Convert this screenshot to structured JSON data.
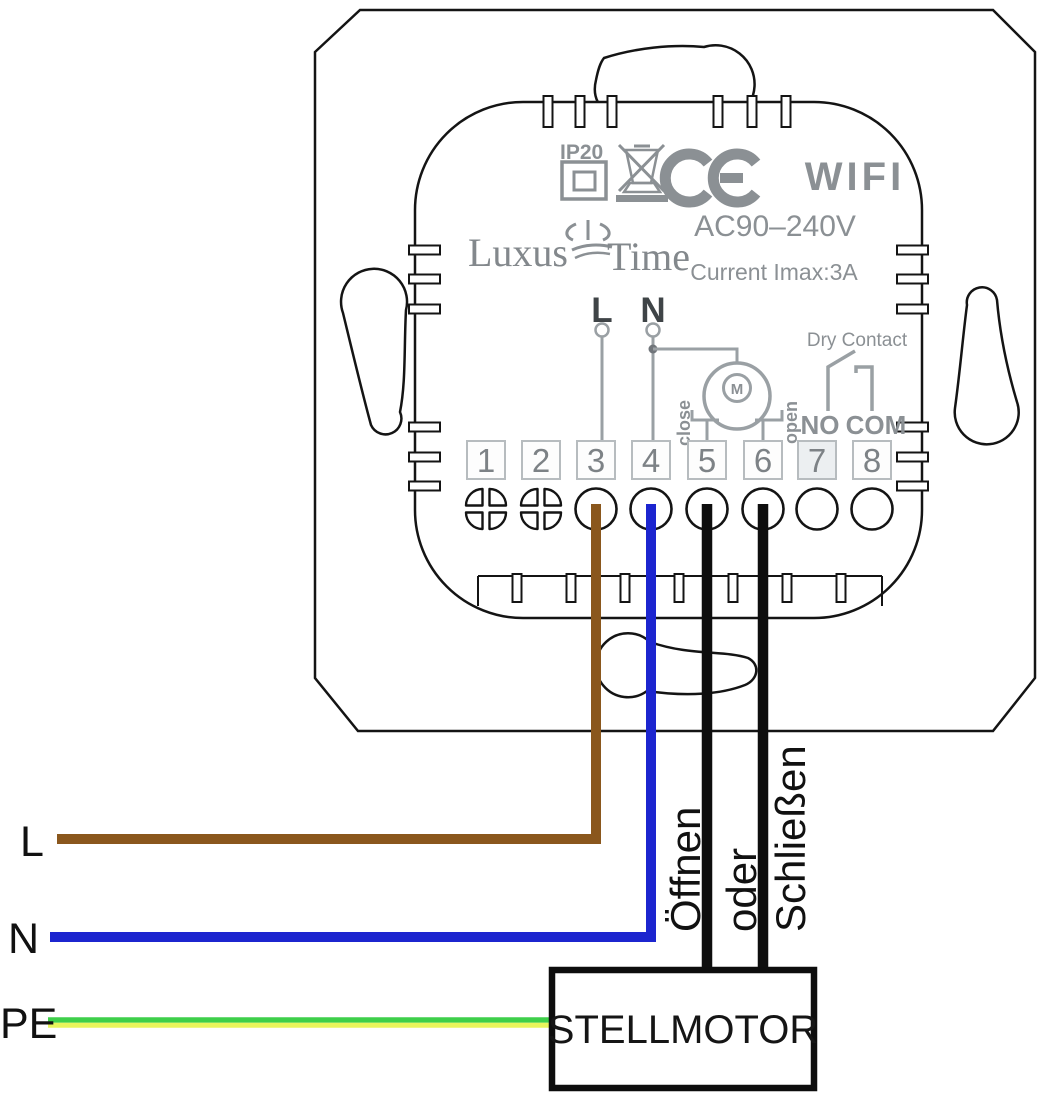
{
  "device": {
    "ip_rating": "IP20",
    "wifi_label": "WIFI",
    "voltage": "AC90–240V",
    "current_rating": "Current Imax:3A",
    "brand_word1": "Luxus",
    "brand_word2": "Time",
    "line_label": "L",
    "neutral_label": "N",
    "motor_letter": "M",
    "close_label": "close",
    "open_label": "open",
    "dry_contact_label": "Dry Contact",
    "no_label": "NO",
    "com_label": "COM",
    "terminals": [
      "1",
      "2",
      "3",
      "4",
      "5",
      "6",
      "7",
      "8"
    ]
  },
  "wiring": {
    "live_label": "L",
    "neutral_label": "N",
    "earth_label": "PE",
    "open_wire_label": "Öffnen",
    "or_label": "oder",
    "close_wire_label": "Schließen",
    "actuator_label": "STELLMOTOR"
  },
  "colors": {
    "live_wire_brown": "#8a571d",
    "neutral_wire_blue": "#1c25cf",
    "signal_wire_black": "#0e0e0e",
    "pe_wire_green": "#3ecf4a",
    "pe_wire_yellow": "#e9f55c",
    "print_gray": "#8b9094",
    "circuit_gray": "#9aa0a4"
  }
}
